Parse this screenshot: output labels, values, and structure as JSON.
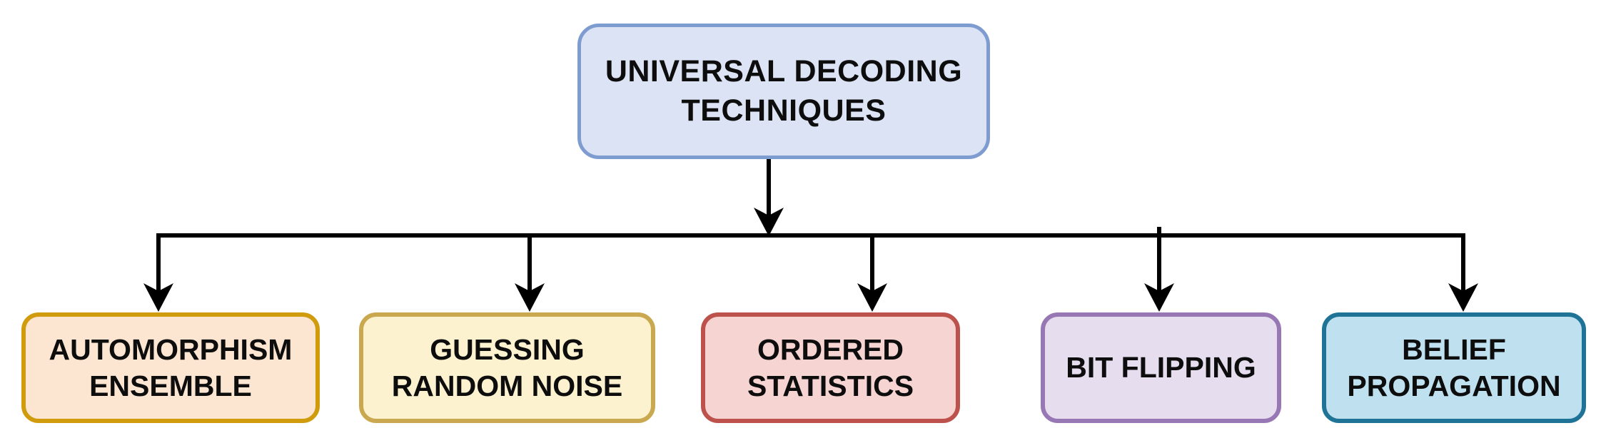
{
  "diagram": {
    "background_color": "#ffffff",
    "connector_color": "#000000",
    "text_color": "#0d0d0d",
    "root": {
      "id": "universal-decoding-techniques",
      "label": "UNIVERSAL DECODING\nTECHNIQUES",
      "fill": "#dbe3f4",
      "border": "#7e9cd0"
    },
    "children": [
      {
        "id": "automorphism-ensemble",
        "label": "AUTOMORPHISM\nENSEMBLE",
        "fill": "#fce5d1",
        "border": "#d09c0e"
      },
      {
        "id": "guessing-random-noise",
        "label": "GUESSING\nRANDOM NOISE",
        "fill": "#fdf2d0",
        "border": "#c9a84f"
      },
      {
        "id": "ordered-statistics",
        "label": "ORDERED\nSTATISTICS",
        "fill": "#f6d4d2",
        "border": "#bd524c"
      },
      {
        "id": "bit-flipping",
        "label": "BIT FLIPPING",
        "fill": "#e6ddee",
        "border": "#9878b4"
      },
      {
        "id": "belief-propagation",
        "label": "BELIEF\nPROPAGATION",
        "fill": "#bfe1ef",
        "border": "#1e7396"
      }
    ],
    "edges": [
      {
        "from": "universal-decoding-techniques",
        "to": "automorphism-ensemble"
      },
      {
        "from": "universal-decoding-techniques",
        "to": "guessing-random-noise"
      },
      {
        "from": "universal-decoding-techniques",
        "to": "ordered-statistics"
      },
      {
        "from": "universal-decoding-techniques",
        "to": "bit-flipping"
      },
      {
        "from": "universal-decoding-techniques",
        "to": "belief-propagation"
      }
    ]
  }
}
